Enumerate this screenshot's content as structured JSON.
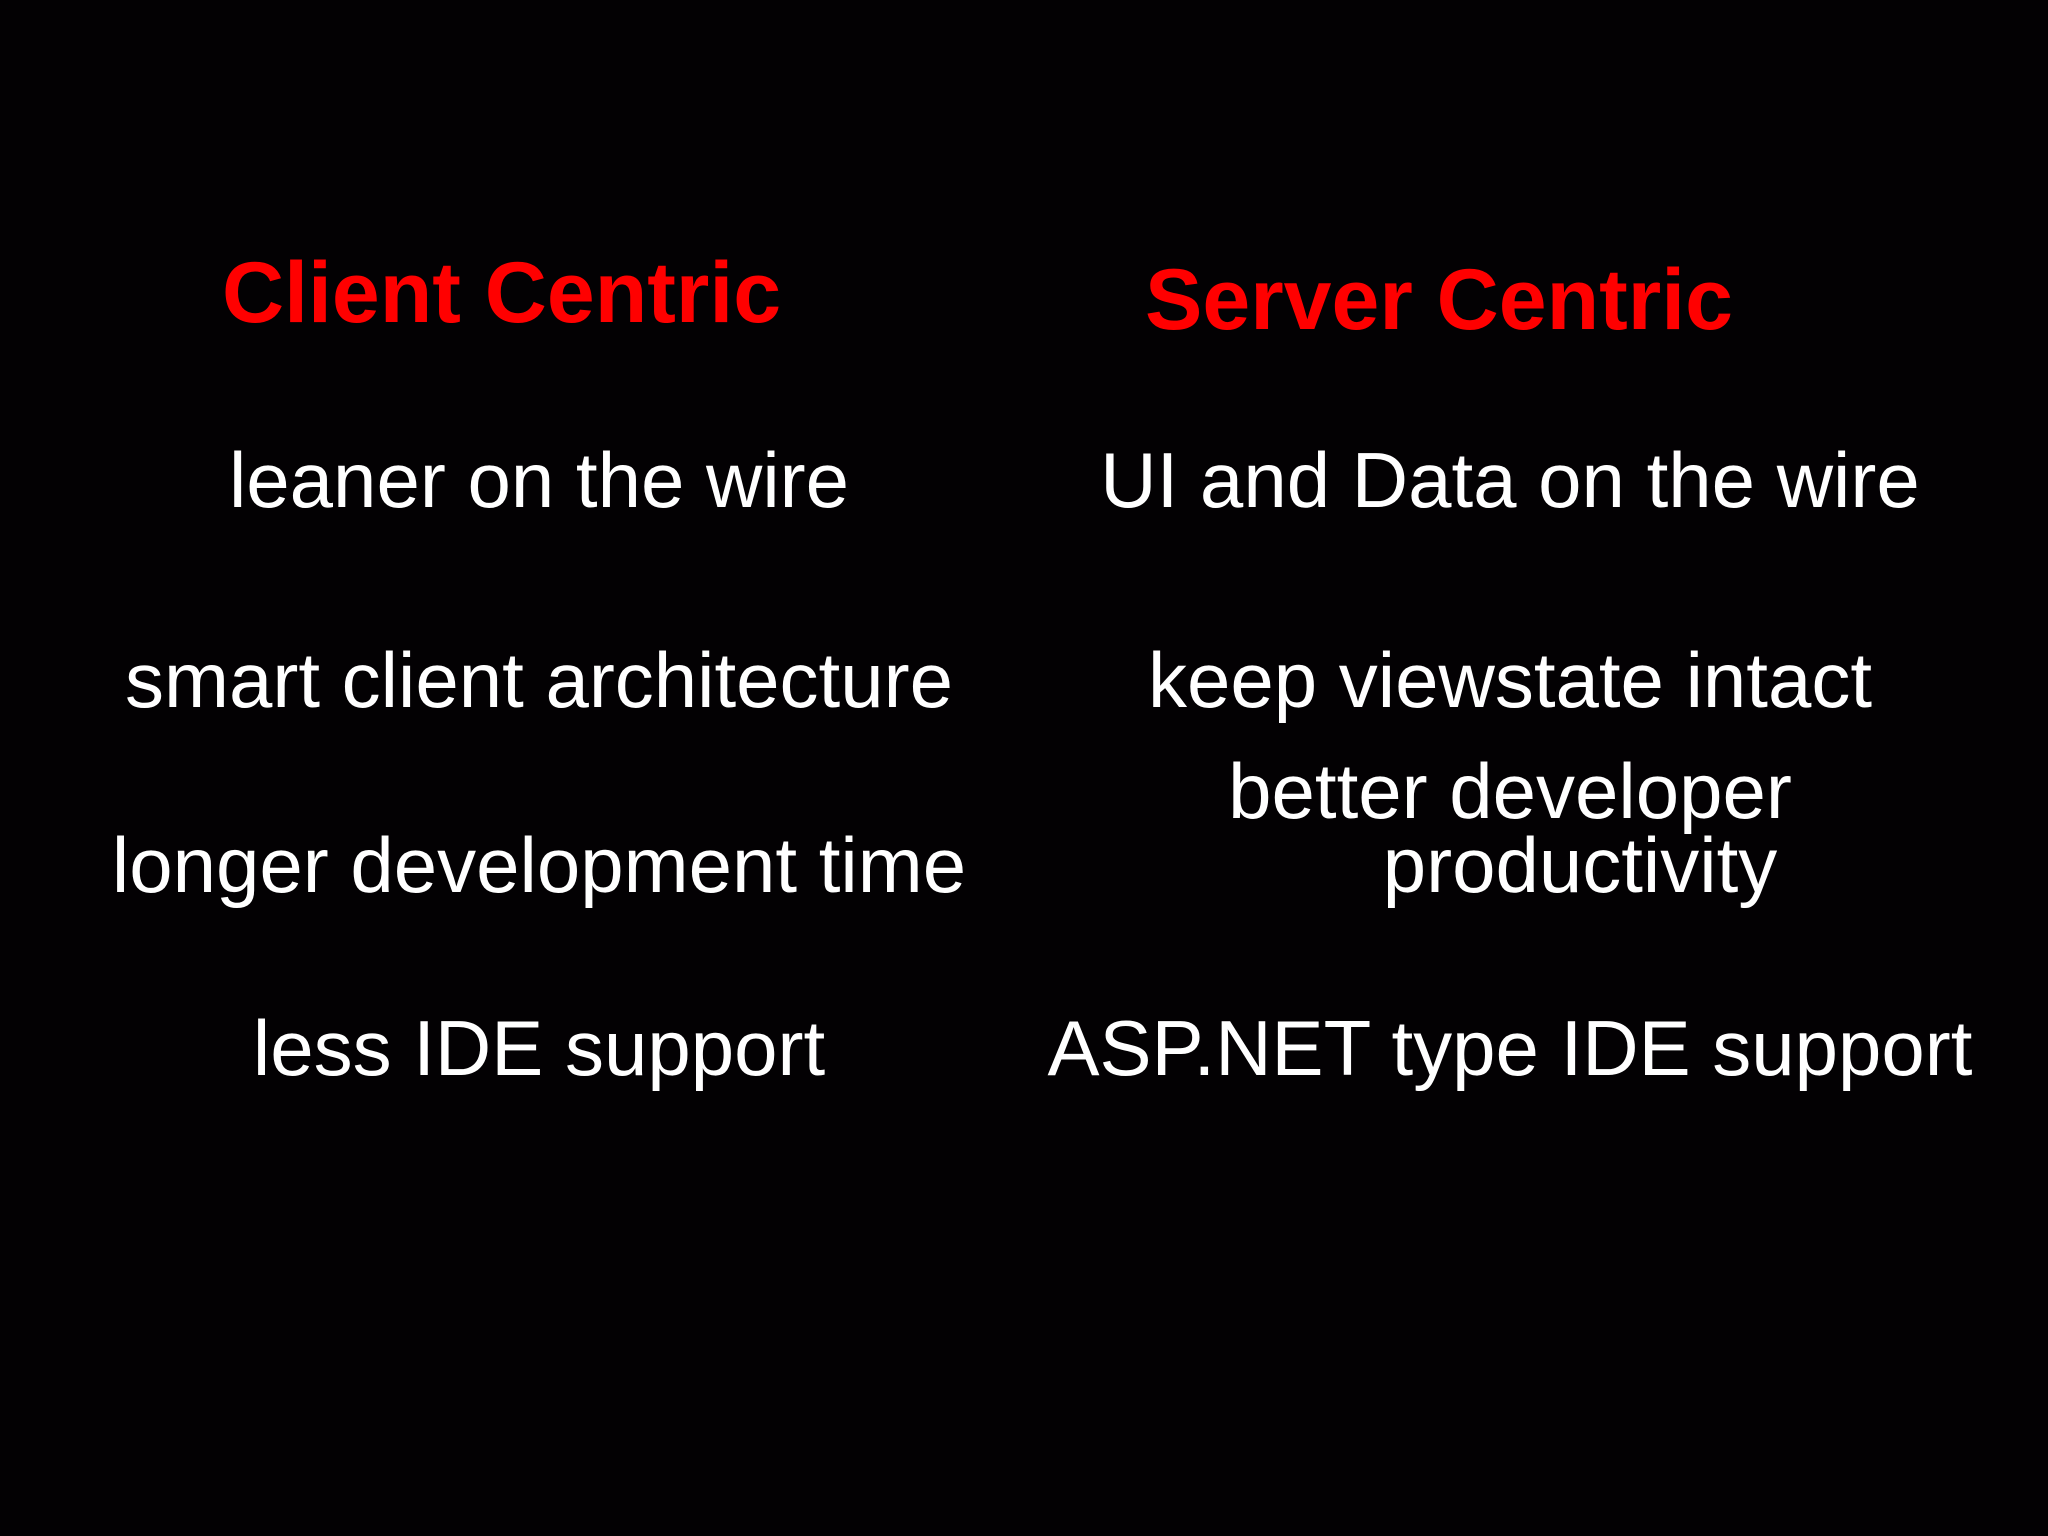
{
  "slide": {
    "left_column": {
      "heading": "Client Centric",
      "items": [
        "leaner on the wire",
        "smart client  architecture",
        "longer development time",
        "less IDE support"
      ]
    },
    "right_column": {
      "heading": "Server Centric",
      "items": [
        "UI and Data on the wire",
        "keep viewstate intact",
        "better developer",
        "productivity",
        "ASP.NET type IDE support"
      ]
    },
    "colors": {
      "background": "#030103",
      "heading": "#ff0000",
      "body_text": "#ffffff"
    }
  }
}
